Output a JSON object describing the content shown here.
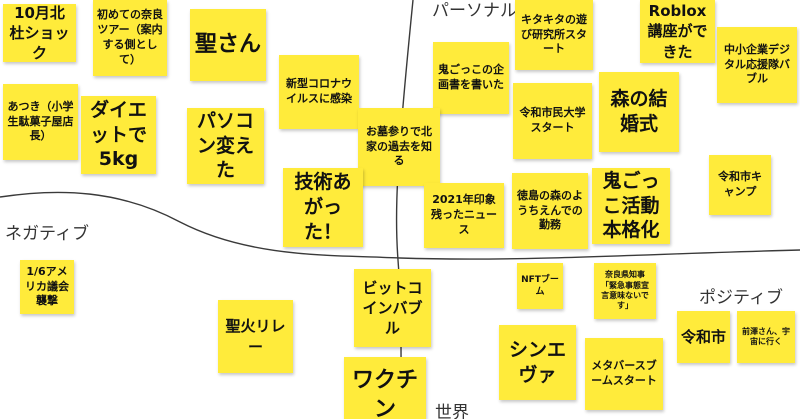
{
  "axes": {
    "top": "パーソナル",
    "bottom": "世界",
    "left": "ネガティブ",
    "right": "ポジティブ"
  },
  "notes": {
    "n01": "10月北杜ショック",
    "n02": "初めての奈良ツアー（案内する側として）",
    "n03": "聖さん",
    "n04": "新型コロナウイルスに感染",
    "n05": "鬼ごっこの企画書を書いた",
    "n06": "キタキタの遊び研究所スタート",
    "n07": "Roblox講座ができた",
    "n08": "中小企業デジタル応援隊バブル",
    "n09": "あつき（小学生駄菓子屋店長）",
    "n10": "ダイエットで5kg",
    "n11": "パソコン変えた",
    "n12": "お墓参りで北家の過去を知る",
    "n13": "令和市民大学スタート",
    "n14": "森の結婚式",
    "n15": "令和市キャンプ",
    "n16": "技術あがった！",
    "n17": "2021年印象残ったニュース",
    "n18": "徳島の森のようちえんでの勤務",
    "n19": "鬼ごっこ活動本格化",
    "n20": "1/6アメリカ議会襲撃",
    "n21": "ビットコインバブル",
    "n22": "NFTブーム",
    "n23": "奈良県知事「緊急事態宣言意味ないです」",
    "n24": "聖火リレー",
    "n25": "令和市",
    "n26": "前澤さん、宇宙に行く",
    "n27": "シンエヴァ",
    "n28": "メタバースブームスタート",
    "n29": "ワクチン"
  },
  "colors": {
    "note": "#ffeb3b",
    "line": "#3a3a3a"
  }
}
